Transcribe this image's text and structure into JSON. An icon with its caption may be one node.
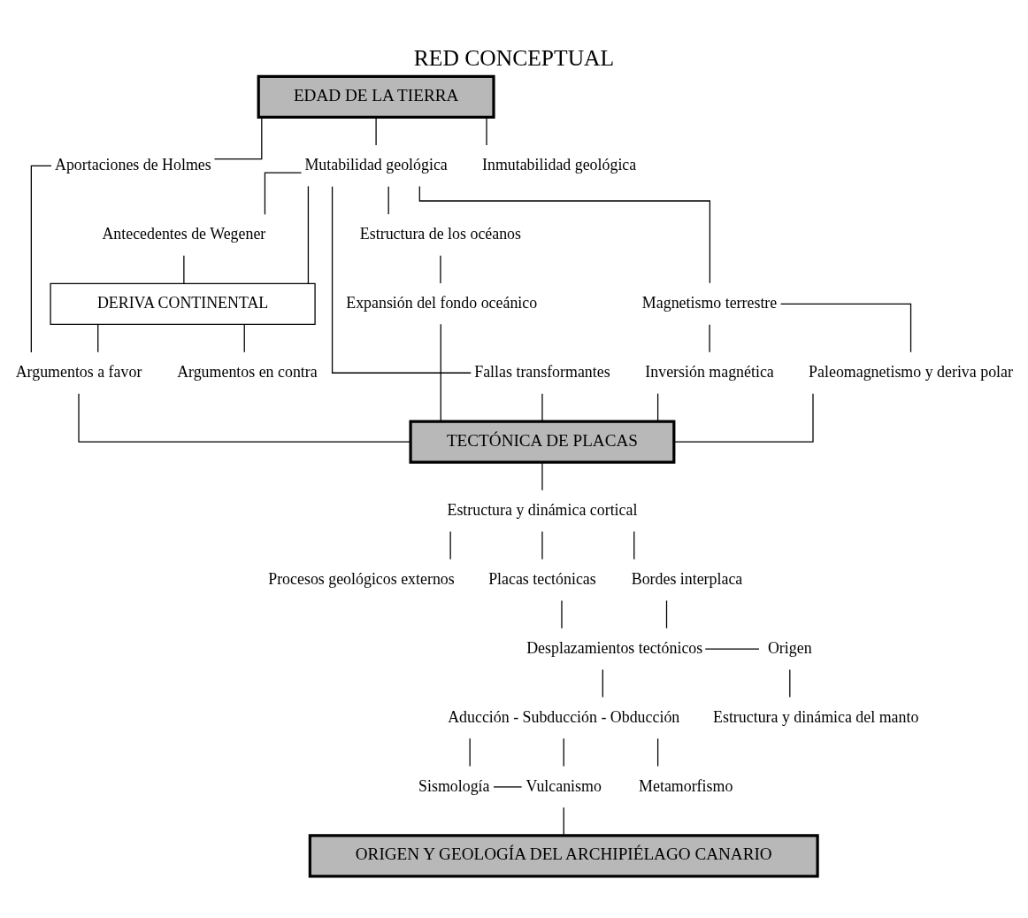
{
  "diagram": {
    "title": "RED CONCEPTUAL",
    "nodes": [
      {
        "text": [
          "EDAD DE LA TIERRA"
        ]
      },
      {
        "text": [
          "Aportaciones de Holmes"
        ]
      },
      {
        "text": [
          "Mutabilidad geológica"
        ]
      },
      {
        "text": [
          "Inmutabilidad geológica"
        ]
      },
      {
        "text": [
          "Antecedentes de Wegener"
        ]
      },
      {
        "text": [
          "DERIVA CONTINENTAL"
        ]
      },
      {
        "text": [
          "Estructura de los océanos"
        ]
      },
      {
        "text": [
          "Fallas transformantes"
        ]
      },
      {
        "text": [
          "Argumentos en contra"
        ]
      },
      {
        "text": [
          "Argumentos a favor"
        ]
      },
      {
        "text": [
          "Magnetismo terrestre"
        ]
      },
      {
        "text": [
          "Expansión del fondo oceánico"
        ]
      },
      {
        "text": [
          "Inversión magnética"
        ]
      },
      {
        "text": [
          "Paleomagnetismo y deriva polar"
        ]
      },
      {
        "text": [
          "TECTÓNICA DE PLACAS"
        ]
      },
      {
        "text": [
          "Estructura y dinámica cortical"
        ]
      },
      {
        "text": [
          "Procesos geológicos externos"
        ]
      },
      {
        "text": [
          "Placas tectónicas"
        ]
      },
      {
        "text": [
          "Bordes interplaca"
        ]
      },
      {
        "text": [
          "Desplazamientos tectónicos"
        ]
      },
      {
        "text": [
          "Origen"
        ]
      },
      {
        "text": [
          "Aducción - Subducción - Obducción"
        ]
      },
      {
        "text": [
          "Estructura y dinámica del manto"
        ]
      },
      {
        "text": [
          "Sismología"
        ]
      },
      {
        "text": [
          "Vulcanismo"
        ]
      },
      {
        "text": [
          "Metamorfismo"
        ]
      },
      {
        "text": [
          "ORIGEN Y GEOLOGÍA DEL ARCHIPIÉLAGO CANARIO"
        ]
      }
    ],
    "edges": [
      {
        "from": 0,
        "to": 1,
        "arrow": "none"
      },
      {
        "from": 0,
        "to": 2,
        "arrow": "none"
      },
      {
        "from": 0,
        "to": 3,
        "arrow": "none"
      },
      {
        "from": 1,
        "to": 9,
        "arrow": "none"
      },
      {
        "from": 2,
        "to": 4,
        "arrow": "none"
      },
      {
        "from": 2,
        "to": 5,
        "arrow": "none"
      },
      {
        "from": 2,
        "to": 7,
        "arrow": "none"
      },
      {
        "from": 2,
        "to": 6,
        "arrow": "none"
      },
      {
        "from": 2,
        "to": 10,
        "arrow": "none"
      },
      {
        "from": 4,
        "to": 5,
        "arrow": "none"
      },
      {
        "from": 5,
        "to": 8,
        "arrow": "none"
      },
      {
        "from": 5,
        "to": 9,
        "arrow": "none"
      },
      {
        "from": 9,
        "to": 14,
        "arrow": "none"
      },
      {
        "from": 10,
        "to": 12,
        "arrow": "none"
      },
      {
        "from": 10,
        "to": 13,
        "arrow": "none"
      },
      {
        "from": 12,
        "to": 14,
        "arrow": "none"
      },
      {
        "from": 13,
        "to": 14,
        "arrow": "none"
      },
      {
        "from": 7,
        "to": 14,
        "arrow": "none"
      },
      {
        "from": 6,
        "to": 11,
        "arrow": "none"
      },
      {
        "from": 11,
        "to": 14,
        "arrow": "none"
      },
      {
        "from": 14,
        "to": 15,
        "arrow": "none"
      },
      {
        "from": 15,
        "to": 16,
        "arrow": "none"
      },
      {
        "from": 15,
        "to": 17,
        "arrow": "none"
      },
      {
        "from": 15,
        "to": 18,
        "arrow": "none"
      },
      {
        "from": 17,
        "to": 19,
        "arrow": "none"
      },
      {
        "from": 18,
        "to": 19,
        "arrow": "none"
      },
      {
        "from": 19,
        "to": 20,
        "arrow": "none"
      },
      {
        "from": 20,
        "to": 22,
        "arrow": "none"
      },
      {
        "from": 19,
        "to": 21,
        "arrow": "none"
      },
      {
        "from": 21,
        "to": 23,
        "arrow": "none"
      },
      {
        "from": 21,
        "to": 24,
        "arrow": "none"
      },
      {
        "from": 21,
        "to": 25,
        "arrow": "none"
      },
      {
        "from": 23,
        "to": 24,
        "arrow": "none"
      },
      {
        "from": 24,
        "to": 26,
        "arrow": "none"
      }
    ]
  }
}
